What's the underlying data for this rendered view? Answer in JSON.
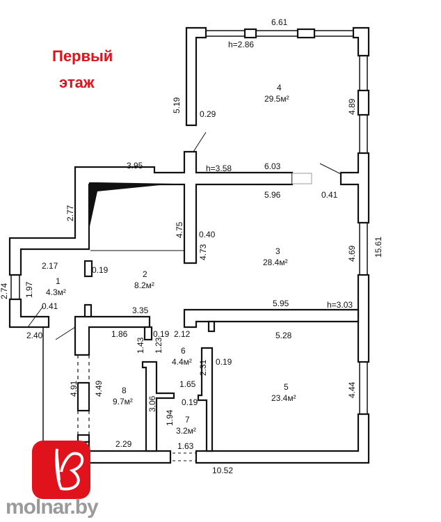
{
  "title": [
    "Первый",
    "этаж"
  ],
  "brand": "molnar.by",
  "colors": {
    "title": "#e0121b",
    "logo": "#e0121b",
    "walls": "#111111"
  },
  "rooms": [
    {
      "number": "1",
      "area": "4.3м²"
    },
    {
      "number": "2",
      "area": "8.2м²"
    },
    {
      "number": "3",
      "area": "28.4м²"
    },
    {
      "number": "4",
      "area": "29.5м²"
    },
    {
      "number": "5",
      "area": "23.4м²"
    },
    {
      "number": "6",
      "area": "4.4м²"
    },
    {
      "number": "7",
      "area": "3.2м²"
    },
    {
      "number": "8",
      "area": "9.7м²"
    }
  ],
  "dimensions": {
    "d661": "6.61",
    "h286": "h=2.86",
    "d519": "5.19",
    "d029": "0.29",
    "d489": "4.89",
    "d395": "3.95",
    "h358": "h=3.58",
    "d603": "6.03",
    "d596": "5.96",
    "d041a": "0.41",
    "d277": "2.77",
    "d475": "4.75",
    "d040": "0.40",
    "d473": "4.73",
    "d469": "4.69",
    "d1561": "15.61",
    "d217": "2.17",
    "d019a": "0.19",
    "d274": "2.74",
    "d197": "1.97",
    "d041b": "0.41",
    "d335": "3.35",
    "d595": "5.95",
    "h303": "h=3.03",
    "d240": "2.40",
    "d186": "1.86",
    "d019b": "0.19",
    "d212": "2.12",
    "d528": "5.28",
    "d143": "1.43",
    "d123": "1.23",
    "d231": "2.31",
    "d019c": "0.19",
    "d491": "4.91",
    "d449": "4.49",
    "d165": "1.65",
    "d306": "3.06",
    "d019d": "0.19",
    "d194": "1.94",
    "d444": "4.44",
    "d229": "2.29",
    "d163": "1.63",
    "d1052": "10.52"
  }
}
